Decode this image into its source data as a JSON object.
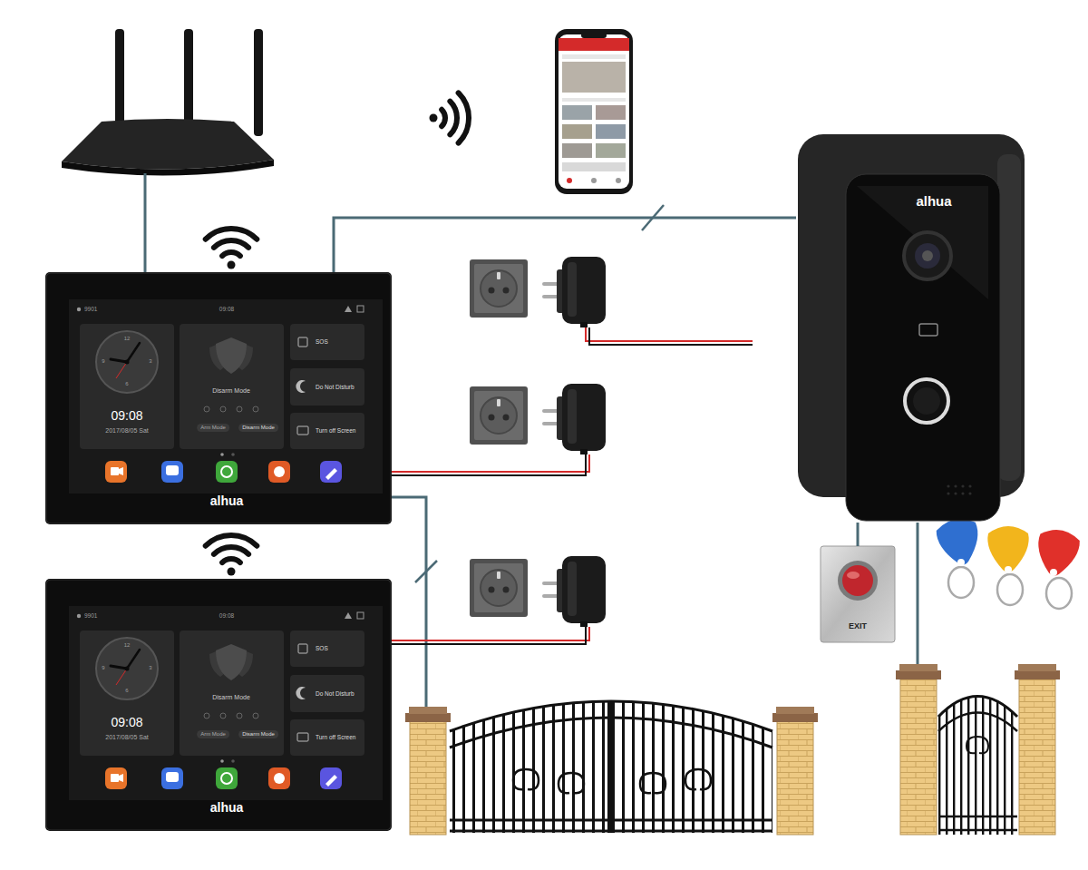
{
  "diagram": {
    "nodes": [
      {
        "text": [
          "alhua"
        ]
      },
      {
        "text": [
          "09:08",
          "2017/08/05 Sat"
        ],
        "in": 0
      },
      {
        "text": [
          "Disarm Mode",
          "Arm Mode",
          "Disarm Mode"
        ],
        "in": 0
      },
      {
        "text": [
          "SOS"
        ],
        "in": 0
      },
      {
        "text": [
          "Do Not Disturb"
        ],
        "in": 0
      },
      {
        "text": [
          "Turn off Screen"
        ],
        "in": 0
      },
      {
        "text": [
          "alhua"
        ]
      },
      {
        "text": [
          "09:08",
          "2017/08/05 Sat"
        ],
        "in": 6
      },
      {
        "text": [
          "Disarm Mode",
          "Arm Mode",
          "Disarm Mode"
        ],
        "in": 6
      },
      {
        "text": [
          "SOS"
        ],
        "in": 6
      },
      {
        "text": [
          "Do Not Disturb"
        ],
        "in": 6
      },
      {
        "text": [
          "Turn off Screen"
        ],
        "in": 6
      },
      {
        "text": [
          "alhua"
        ]
      },
      {
        "text": [
          "EXIT"
        ]
      }
    ],
    "edges": [
      {
        "from": 0,
        "to": 12,
        "arrow": "none"
      },
      {
        "from": 12,
        "to": 13,
        "arrow": "none"
      }
    ],
    "labels": [
      "9901",
      "09:08",
      "12",
      "3",
      "6",
      "9",
      "9901",
      "09:08",
      "12",
      "3",
      "6",
      "9"
    ]
  }
}
